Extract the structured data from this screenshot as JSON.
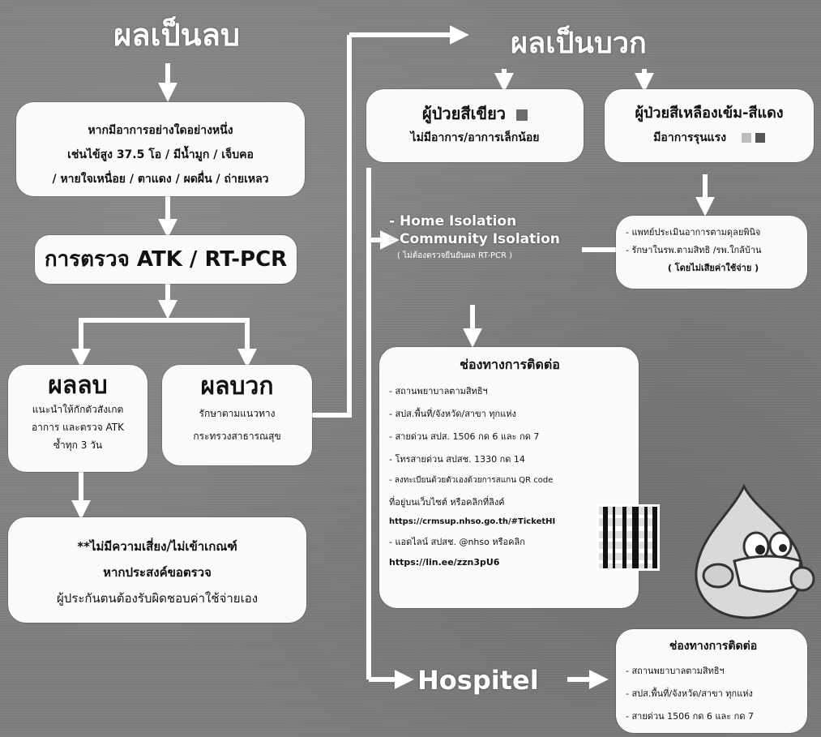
{
  "left": {
    "heading": "ผลเป็นลบ",
    "symptoms": [
      "หากมีอาการอย่างใดอย่างหนึ่ง",
      "เช่นไข้สูง 37.5 โอ / มีน้ำมูก / เจ็บคอ",
      "/ หายใจเหนื่อย / ตาแดง / ผดผื่น / ถ่ายเหลว"
    ],
    "test_label": "การตรวจ ATK / RT-PCR",
    "negative": {
      "title": "ผลลบ",
      "lines": [
        "แนะนำให้กักตัวสังเกต",
        "อาการ และตรวจ ATK",
        "ซ้ำทุก 3 วัน"
      ]
    },
    "positive": {
      "title": "ผลบวก",
      "lines": [
        "รักษาตามแนวทาง",
        "กระทรวงสาธารณสุข"
      ]
    },
    "no_risk": [
      "**ไม่มีความเสี่ยง/ไม่เข้าเกณฑ์",
      "หากประสงค์ขอตรวจ",
      "ผู้ประกันตนต้องรับผิดชอบค่าใช้จ่ายเอง"
    ]
  },
  "right": {
    "heading": "ผลเป็นบวก",
    "green": {
      "title": "ผู้ป่วยสีเขียว",
      "subtitle": "ไม่มีอาการ/อาการเล็กน้อย"
    },
    "yellow_red": {
      "title": "ผู้ป่วยสีเหลืองเข้ม-สีแดง",
      "subtitle": "มีอาการรุนแรง"
    },
    "isolation": {
      "home": "- Home Isolation",
      "community": "- Community Isolation",
      "note": "( ไม่ต้องตรวจยืนยันผล RT-PCR )"
    },
    "severe_box": {
      "lines": [
        "- แพทย์ประเมินอาการตามดุลยพินิจ",
        "- รักษาในรพ.ตามสิทธิ /รพ.ใกล้บ้าน"
      ],
      "note": "( โดยไม่เสียค่าใช้จ่าย )"
    },
    "contact": {
      "title": "ช่องทางการติดต่อ",
      "lines": [
        "- สถานพยาบาลตามสิทธิฯ",
        "- สปส.พื้นที่/จังหวัด/สาขา ทุกแห่ง",
        "- สายด่วน สปส. 1506 กด 6 และ กด 7",
        "- โทรสายด่วน สปสช. 1330 กด 14",
        "- ลงทะเบียนด้วยตัวเองด้วยการสแกน QR code",
        "ที่อยู่บนเว็บไซต์ หรือคลิกที่ลิงค์",
        "https://crmsup.nhso.go.th/#TicketHI",
        "- แอดไลน์ สปสช. @nhso หรือคลิก",
        "https://lin.ee/zzn3pU6"
      ]
    },
    "hospitel": "Hospitel",
    "contact2": {
      "title": "ช่องทางการติดต่อ",
      "lines": [
        "- สถานพยาบาลตามสิทธิฯ",
        "- สปส.พื้นที่/จังหวัด/สาขา ทุกแห่ง",
        "- สายด่วน 1506 กด 6 และ กด 7"
      ]
    }
  },
  "colors": {
    "background": "#7d7d7d",
    "box": "#fafafa",
    "line": "#ffffff",
    "green_square": "#6b6b6b"
  },
  "icons": [
    "qr-code-icon",
    "mascot-illustration"
  ]
}
